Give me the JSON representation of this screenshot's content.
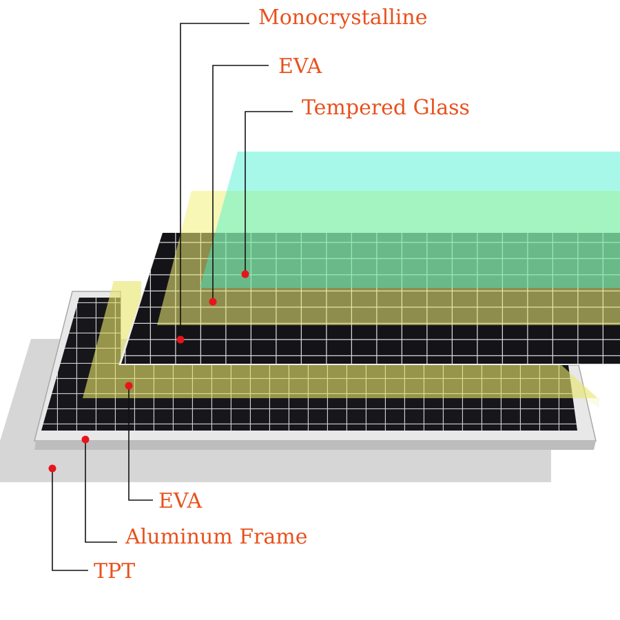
{
  "labels": {
    "monocrystalline": "Monocrystalline",
    "eva_top": "EVA",
    "tempered_glass": "Tempered Glass",
    "eva_bottom": "EVA",
    "aluminum_frame": "Aluminum Frame",
    "tpt": "TPT"
  },
  "colors": {
    "label_text": "#e8511d",
    "marker_dot": "#e8141c",
    "leader_line": "#111111",
    "tempered_glass_layer": "#3ff0d0",
    "eva_layer": "#f2f27a",
    "tpt_layer": "#cfcfcf",
    "frame": "#e6e6e6",
    "cell": "#141418",
    "cell_grid": "#d8d8d8"
  }
}
